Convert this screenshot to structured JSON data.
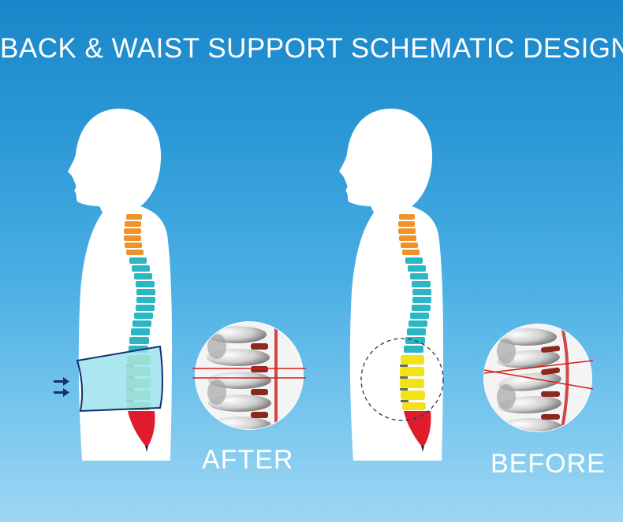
{
  "title": "BACK & WAIST SUPPORT SCHEMATIC DESIGN",
  "labels": {
    "after": "AFTER",
    "before": "BEFORE"
  },
  "colors": {
    "background_top": "#1a86c9",
    "background_bottom": "#9fd6f2",
    "silhouette": "#ffffff",
    "cervical": "#f0922a",
    "thoracic": "#2bb6c4",
    "lumbar_supported": "#7fd13b",
    "lumbar_unsupported": "#f2e21a",
    "sacrum": "#e01b2b",
    "support_belt": "#9ee3ee",
    "support_belt_outline": "#14306e",
    "alignment_line": "#d42020"
  },
  "icons": [
    "arrow-right-icon",
    "spine-icon",
    "vertebrae-closeup-icon"
  ]
}
